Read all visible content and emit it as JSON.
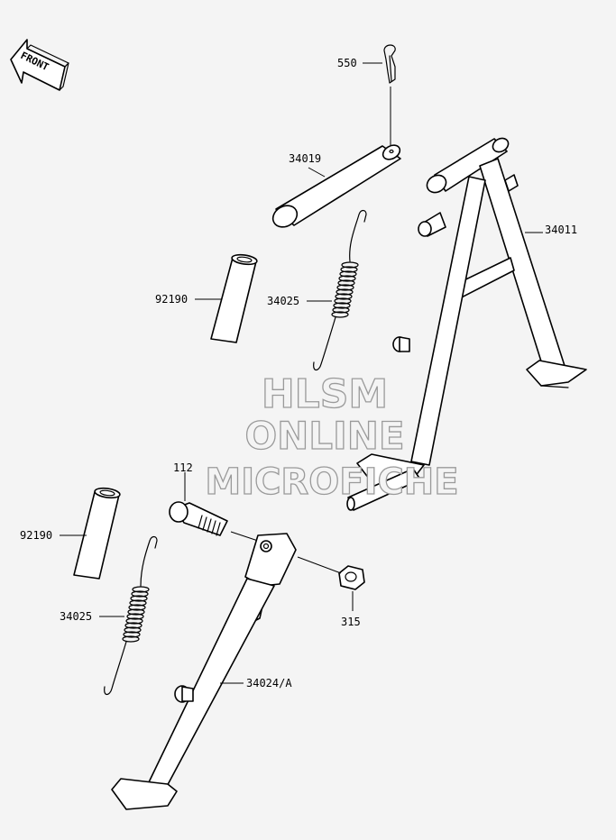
{
  "front_arrow": {
    "label": "FRONT",
    "icon": "front-direction-arrow-icon"
  },
  "callouts": {
    "p550": "550",
    "p34019": "34019",
    "p34011": "34011",
    "p92190_top": "92190",
    "p34025_top": "34025",
    "p112": "112",
    "p92190_bottom": "92190",
    "p34025_bottom": "34025",
    "p315": "315",
    "p34024a": "34024/A"
  },
  "watermark": {
    "line1": "HLSM",
    "line2": "ONLINE",
    "line3": "MICROFICHE"
  }
}
